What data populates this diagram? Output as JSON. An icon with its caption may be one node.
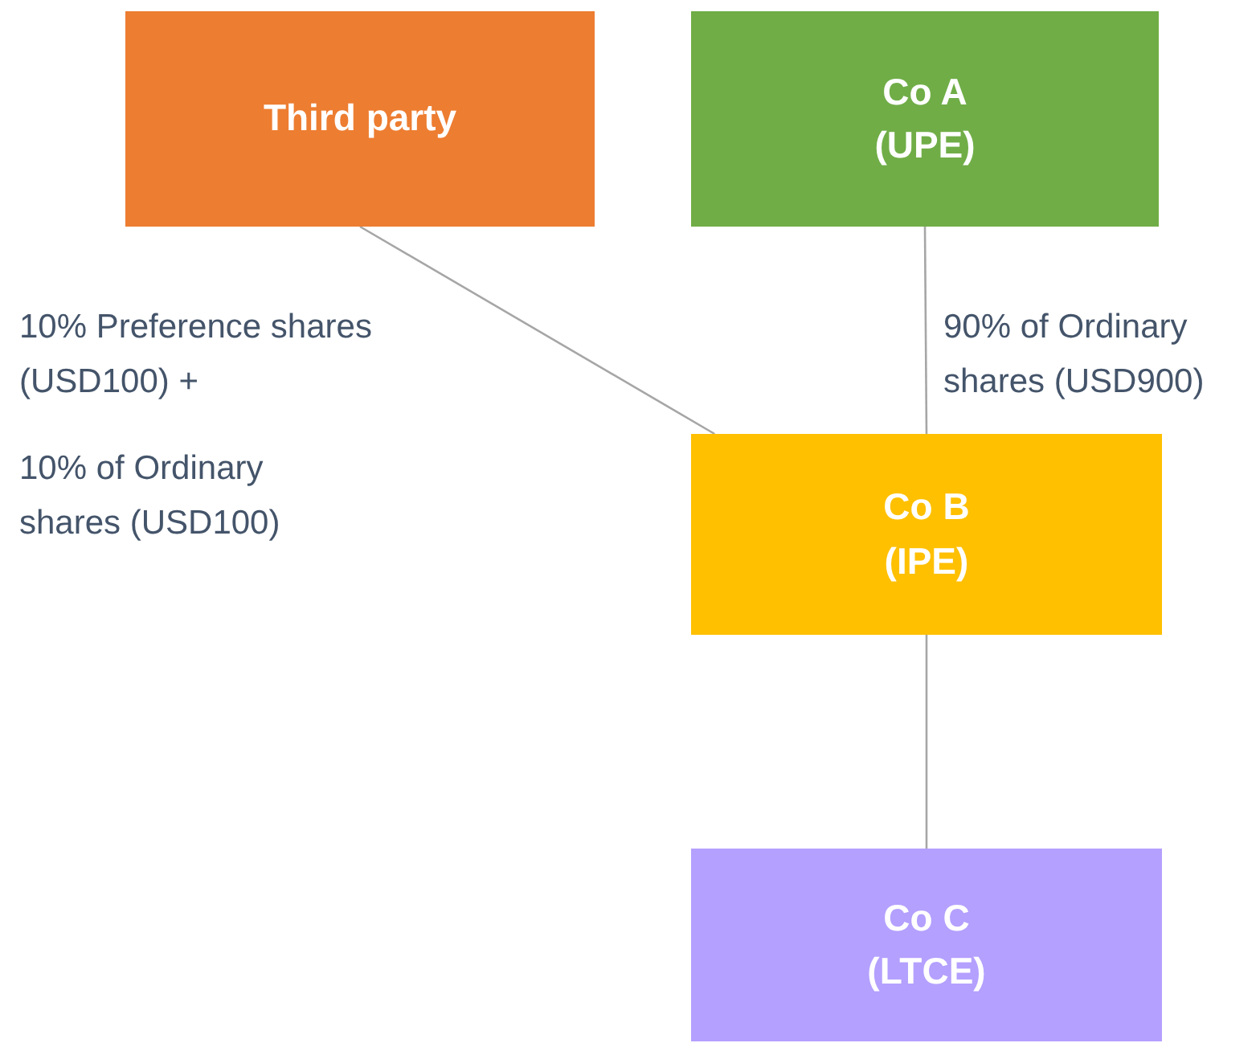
{
  "diagram": {
    "nodes": [
      {
        "text": [
          "Third party"
        ]
      },
      {
        "text": [
          "Co A",
          "(UPE)"
        ]
      },
      {
        "text": [
          "Co B",
          "(IPE)"
        ]
      },
      {
        "text": [
          "Co C",
          "(LTCE)"
        ]
      }
    ],
    "edges": [
      {
        "from": 0,
        "to": 2,
        "arrow": "none"
      },
      {
        "from": 1,
        "to": 2,
        "arrow": "none"
      },
      {
        "from": 2,
        "to": 3,
        "arrow": "none"
      }
    ],
    "labels": [
      "10% Preference shares (USD100) +",
      "10% of Ordinary shares (USD100)",
      "90% of Ordinary shares (USD900)"
    ]
  }
}
